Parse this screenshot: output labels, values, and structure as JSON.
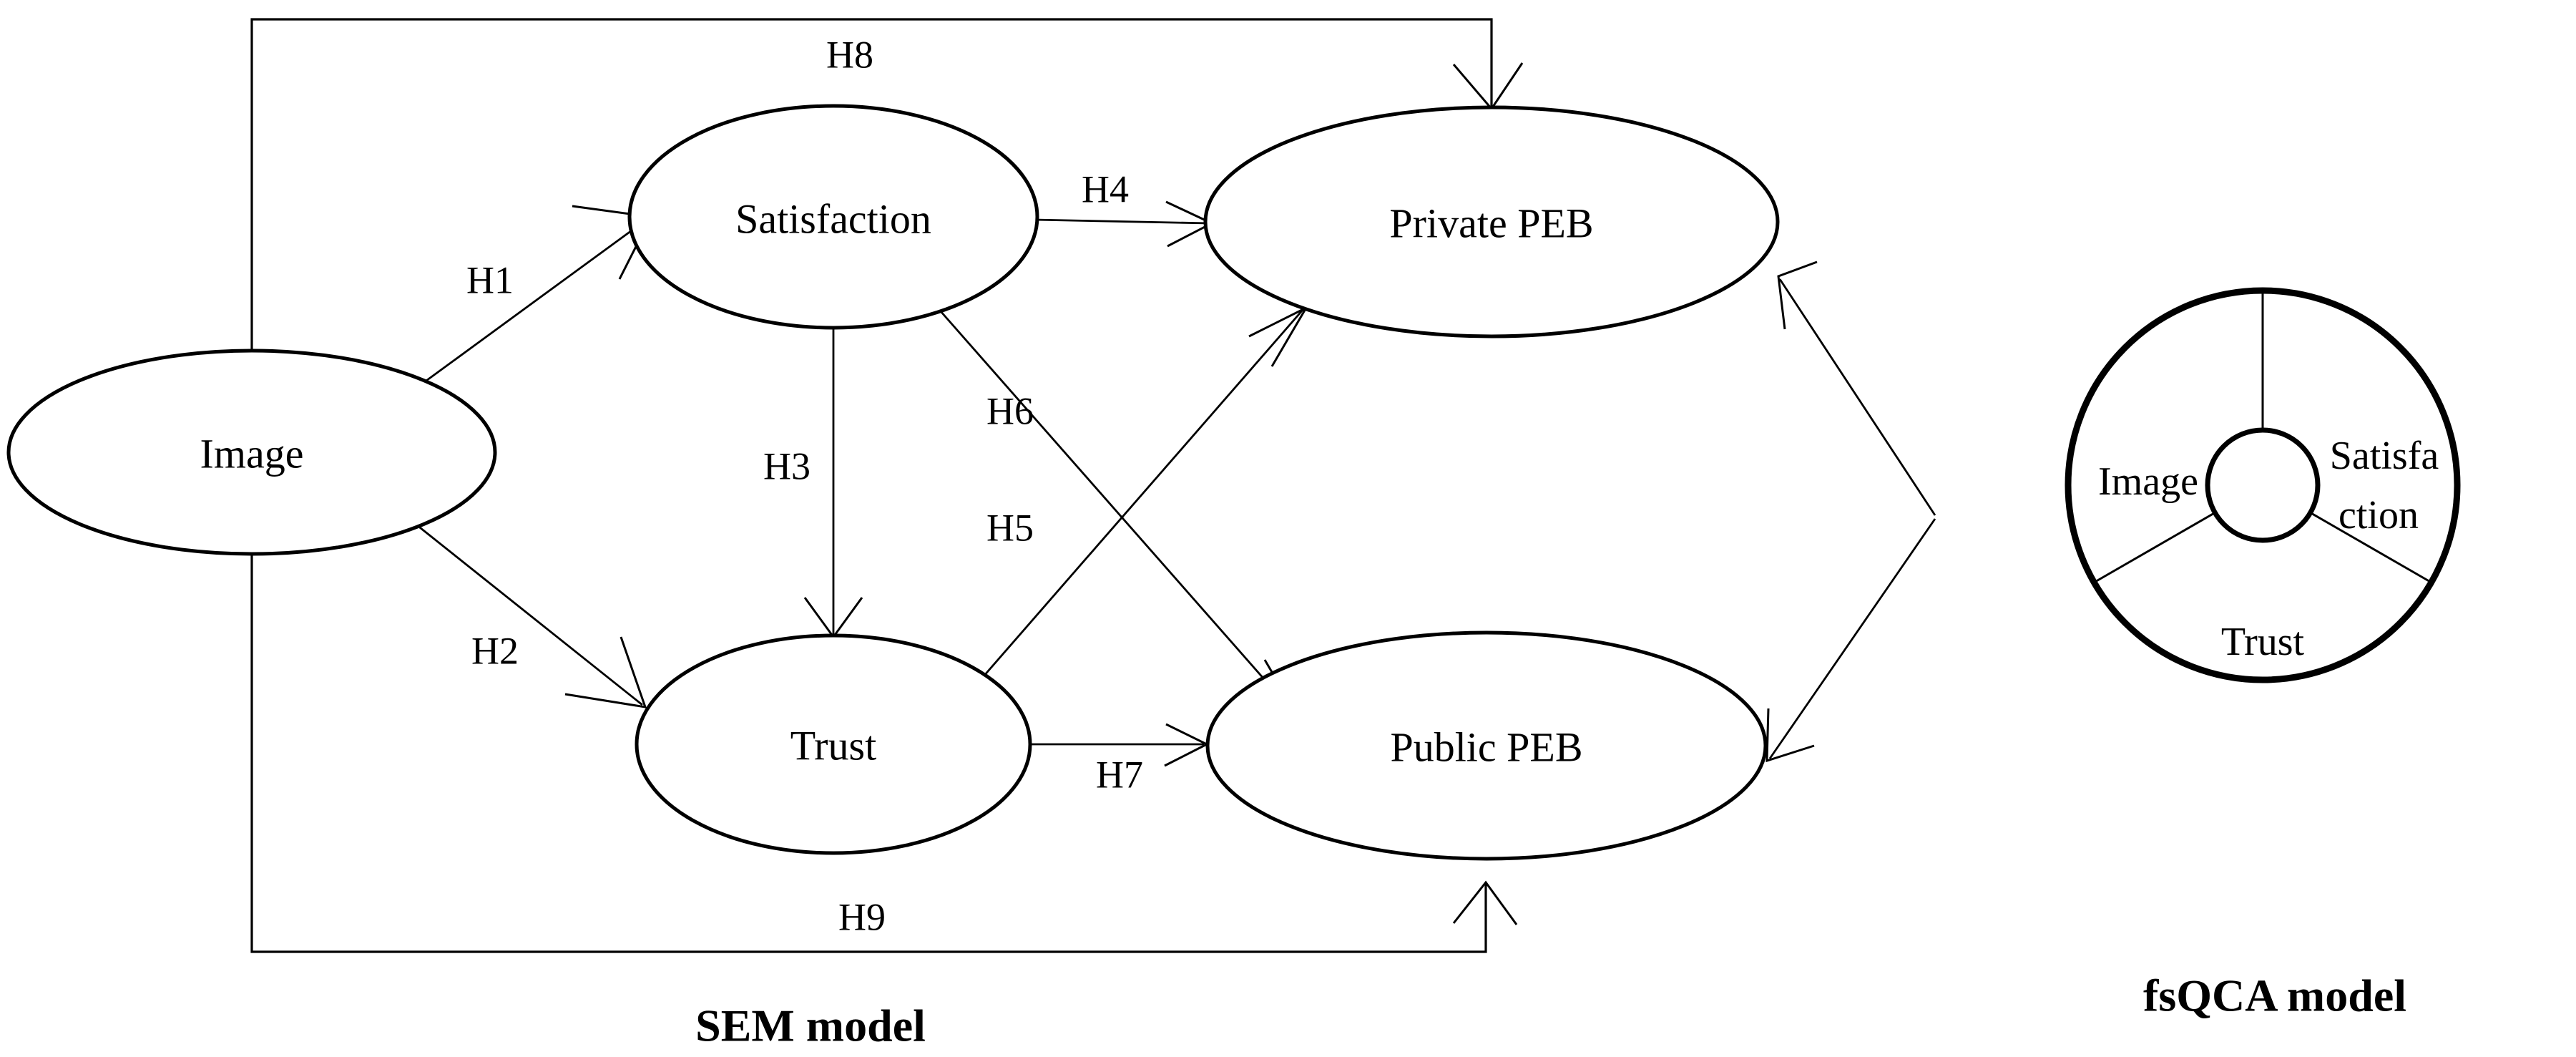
{
  "diagram": {
    "title_left": "SEM model",
    "title_right": "fsQCA model",
    "sem": {
      "nodes": [
        {
          "id": "image",
          "label": "Image"
        },
        {
          "id": "satisfaction",
          "label": "Satisfaction"
        },
        {
          "id": "trust",
          "label": "Trust"
        },
        {
          "id": "private_peb",
          "label": "Private PEB"
        },
        {
          "id": "public_peb",
          "label": "Public PEB"
        }
      ],
      "hypotheses": [
        {
          "id": "H1",
          "label": "H1",
          "from": "Image",
          "to": "Satisfaction"
        },
        {
          "id": "H2",
          "label": "H2",
          "from": "Image",
          "to": "Trust"
        },
        {
          "id": "H3",
          "label": "H3",
          "from": "Satisfaction",
          "to": "Trust"
        },
        {
          "id": "H4",
          "label": "H4",
          "from": "Satisfaction",
          "to": "Private PEB"
        },
        {
          "id": "H5",
          "label": "H5",
          "from": "Trust",
          "to": "Private PEB"
        },
        {
          "id": "H6",
          "label": "H6",
          "from": "Satisfaction",
          "to": "Public PEB"
        },
        {
          "id": "H7",
          "label": "H7",
          "from": "Trust",
          "to": "Public PEB"
        },
        {
          "id": "H8",
          "label": "H8",
          "from": "Image",
          "to": "Private PEB"
        },
        {
          "id": "H9",
          "label": "H9",
          "from": "Image",
          "to": "Public PEB"
        }
      ]
    },
    "fsqca": {
      "sectors": [
        {
          "id": "image",
          "label": "Image"
        },
        {
          "id": "satisfaction",
          "label_line1": "Satisfa",
          "label_line2": "ction"
        },
        {
          "id": "trust",
          "label": "Trust"
        }
      ]
    },
    "connector": {
      "id": "sem-fsqca-link",
      "description": "double arrow from fsQCA model to Private PEB and Public PEB"
    },
    "colors": {
      "stroke": "#000000",
      "background": "#ffffff"
    }
  }
}
